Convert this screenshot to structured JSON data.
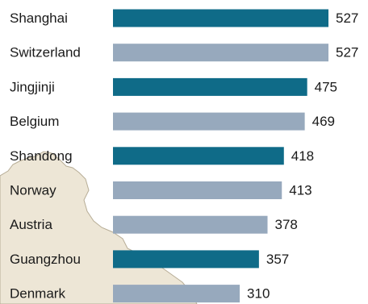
{
  "chart_data": {
    "type": "bar",
    "orientation": "horizontal",
    "categories": [
      "Shanghai",
      "Switzerland",
      "Jingjinji",
      "Belgium",
      "Shandong",
      "Norway",
      "Austria",
      "Guangzhou",
      "Denmark"
    ],
    "values": [
      527,
      527,
      475,
      469,
      418,
      413,
      378,
      357,
      310
    ],
    "highlighted": [
      true,
      false,
      true,
      false,
      true,
      false,
      false,
      true,
      false
    ],
    "title": "",
    "xlabel": "",
    "ylabel": "",
    "xlim": [
      0,
      527
    ],
    "grid": false,
    "legend": "none",
    "colors": {
      "highlight": "#0f6b88",
      "normal": "#97a9bd",
      "map_background": "#ede6d6",
      "map_border": "#b7ad96"
    }
  }
}
